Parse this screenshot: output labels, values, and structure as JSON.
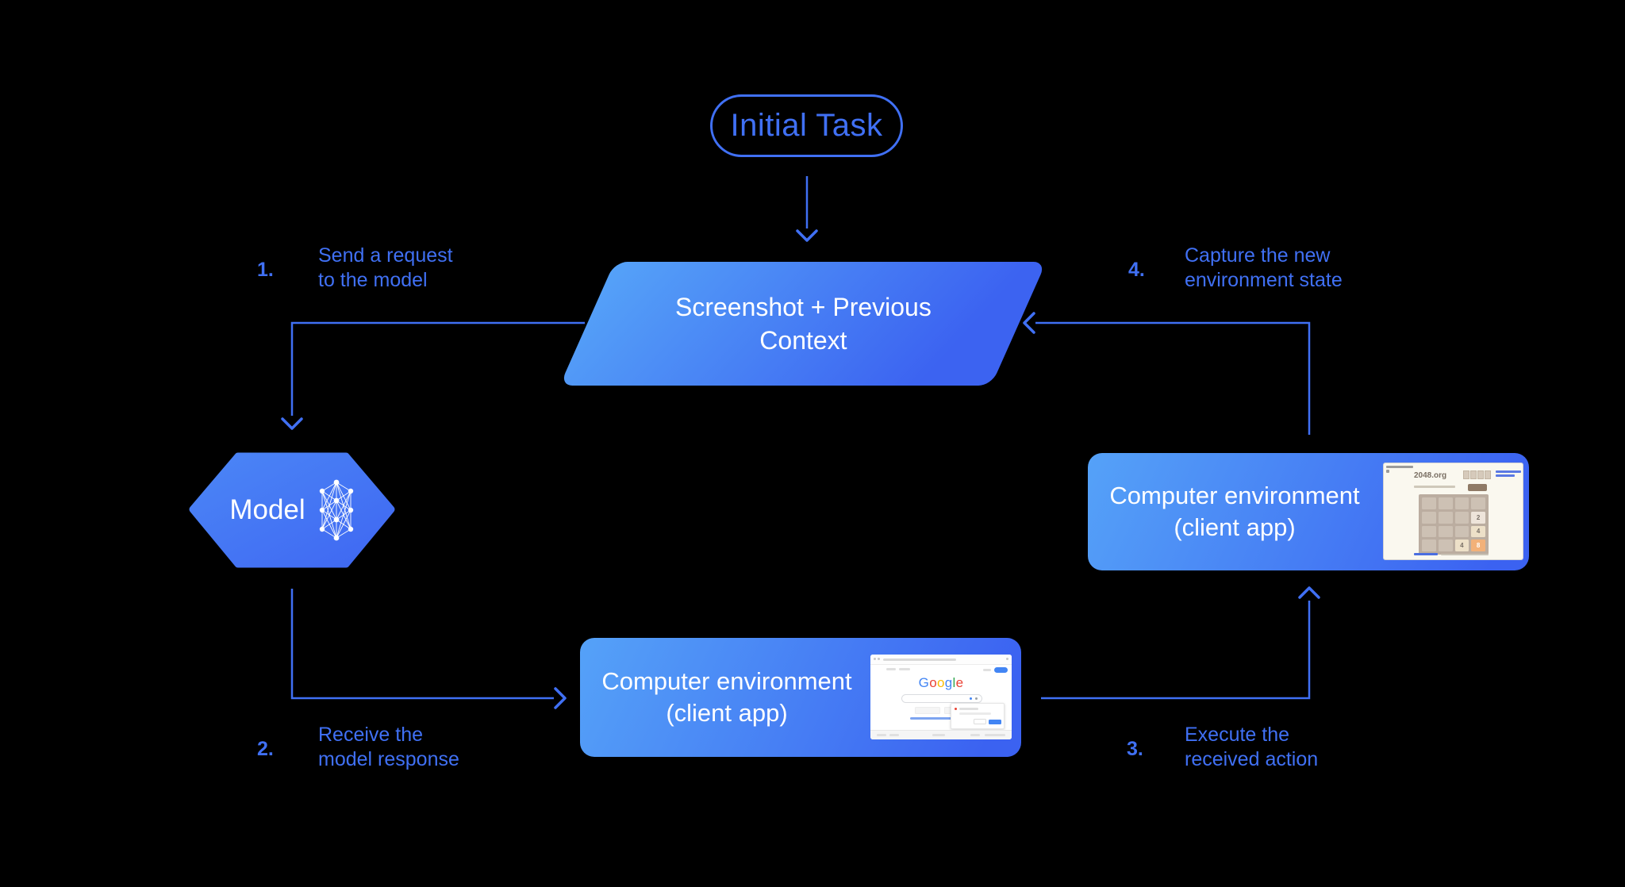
{
  "colors": {
    "background": "#000000",
    "accent": "#4070F4",
    "shape_gradient_start": "#55A2F8",
    "shape_gradient_end": "#3B62F1",
    "text_on_shape": "#FFFFFF"
  },
  "initial_task": {
    "label": "Initial Task"
  },
  "flow": {
    "screenshot_node": {
      "line1": "Screenshot + Previous",
      "line2": "Context"
    },
    "model_node": {
      "label": "Model"
    },
    "env_node_bottom": {
      "line1": "Computer environment",
      "line2": "(client app)"
    },
    "env_node_top": {
      "line1": "Computer environment",
      "line2": "(client app)"
    }
  },
  "steps": [
    {
      "number": "1.",
      "line1": "Send a request",
      "line2": "to the model"
    },
    {
      "number": "2.",
      "line1": "Receive the",
      "line2": "model response"
    },
    {
      "number": "3.",
      "line1": "Execute the",
      "line2": "received action"
    },
    {
      "number": "4.",
      "line1": "Capture the new",
      "line2": "environment state"
    }
  ],
  "google_thumbnail": {
    "logo": [
      {
        "ch": "G",
        "color": "#4285F4"
      },
      {
        "ch": "o",
        "color": "#EA4335"
      },
      {
        "ch": "o",
        "color": "#FBBC05"
      },
      {
        "ch": "g",
        "color": "#4285F4"
      },
      {
        "ch": "l",
        "color": "#34A853"
      },
      {
        "ch": "e",
        "color": "#EA4335"
      }
    ]
  },
  "game_thumbnail": {
    "site": "2048.org",
    "tiles": [
      {
        "v": "2",
        "bg": "#eee4da",
        "fg": "#776e65"
      },
      {
        "v": "4",
        "bg": "#ede0c8",
        "fg": "#776e65"
      },
      {
        "v": "4",
        "bg": "#ede0c8",
        "fg": "#776e65"
      },
      {
        "v": "8",
        "bg": "#f2b179",
        "fg": "#ffffff"
      }
    ]
  }
}
